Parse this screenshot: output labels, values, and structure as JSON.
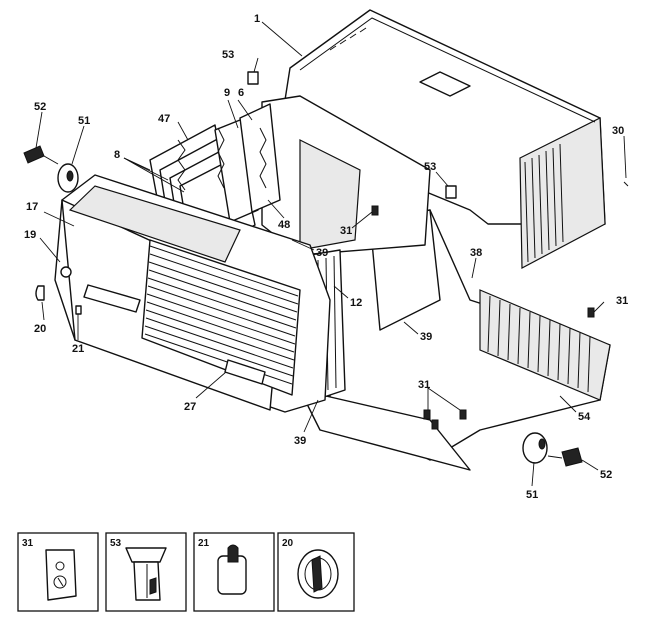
{
  "diagram": {
    "callouts": {
      "c1": "1",
      "c53a": "53",
      "c9": "9",
      "c6": "6",
      "c47": "47",
      "c8": "8",
      "c52a": "52",
      "c51a": "51",
      "c30": "30",
      "c53b": "53",
      "c17": "17",
      "c19": "19",
      "c48": "48",
      "c31a": "31",
      "c39a": "39",
      "c38": "38",
      "c12": "12",
      "c31b": "31",
      "c20": "20",
      "c21": "21",
      "c39b": "39",
      "c27": "27",
      "c31c": "31",
      "c54": "54",
      "c39c": "39",
      "c52b": "52",
      "c51b": "51"
    },
    "detail_boxes": [
      {
        "label": "31",
        "part": "retaining-clip"
      },
      {
        "label": "53",
        "part": "plug"
      },
      {
        "label": "21",
        "part": "cap"
      },
      {
        "label": "20",
        "part": "knob"
      }
    ]
  }
}
